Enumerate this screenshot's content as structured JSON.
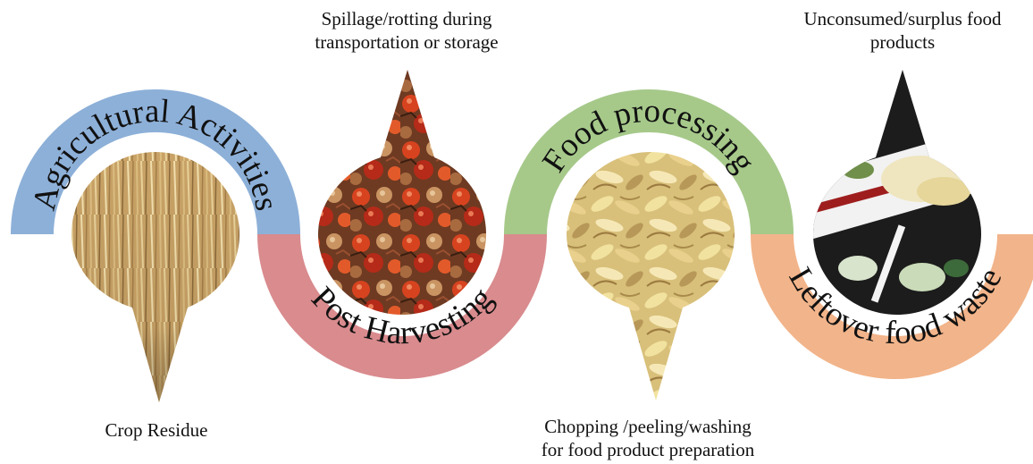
{
  "stages": {
    "agricultural": {
      "label": "Agricultural Activities",
      "color": "#8db0d8"
    },
    "post_harvest": {
      "label": "Post Harvesting",
      "color": "#d98b8e"
    },
    "processing": {
      "label": "Food processing",
      "color": "#a6c98a"
    },
    "leftover": {
      "label": "Leftover food waste",
      "color": "#f2b48a"
    }
  },
  "captions": {
    "crop": {
      "line1": "Crop Residue"
    },
    "spillage": {
      "line1": "Spillage/rotting during",
      "line2": "transportation or storage"
    },
    "chopping": {
      "line1": "Chopping /peeling/washing",
      "line2": "for food product preparation"
    },
    "surplus": {
      "line1": "Unconsumed/surplus food",
      "line2": "products"
    }
  },
  "images": {
    "crop": "straw-crop-residue-photo",
    "spillage": "rotting-tomatoes-onions-photo",
    "chopping": "potato-peels-photo",
    "surplus": "leftover-plate-food-photo"
  }
}
